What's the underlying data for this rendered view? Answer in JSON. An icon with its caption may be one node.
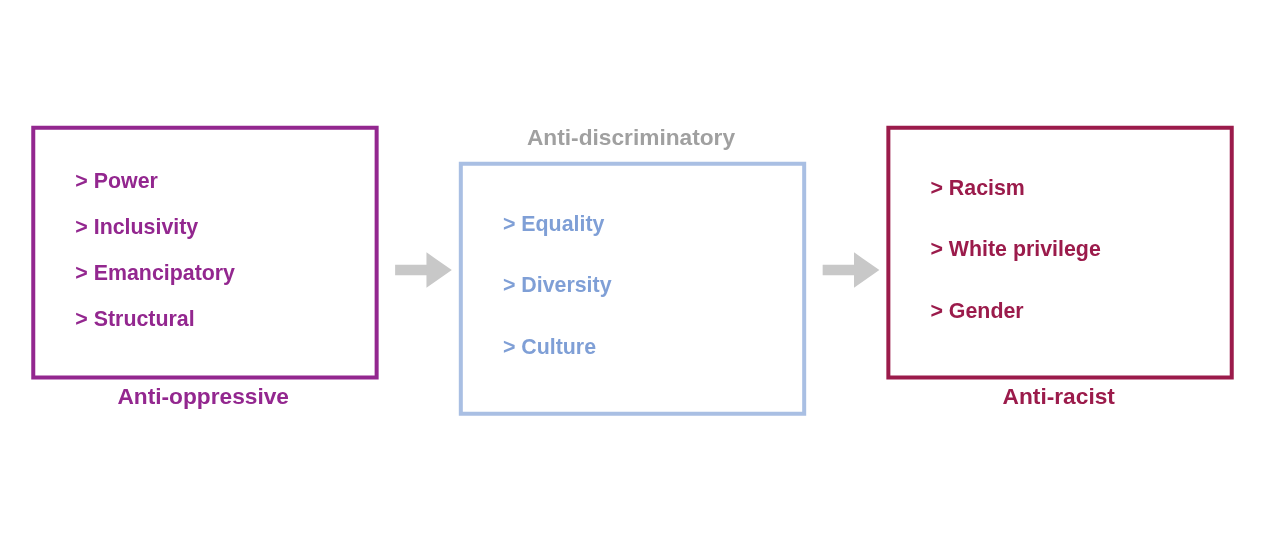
{
  "diagram": {
    "nodes": [
      {
        "text": [
          "Anti-oppressive",
          "> Power",
          "> Inclusivity",
          "> Emancipatory",
          "> Structural"
        ]
      },
      {
        "text": [
          "Anti-discriminatory",
          "> Equality",
          "> Diversity",
          "> Culture"
        ]
      },
      {
        "text": [
          "Anti-racist",
          "> Racism",
          "> White privilege",
          "> Gender"
        ]
      }
    ],
    "edges": [
      {
        "from": 0,
        "to": 1,
        "arrow": "to"
      },
      {
        "from": 1,
        "to": 2,
        "arrow": "to"
      }
    ]
  }
}
